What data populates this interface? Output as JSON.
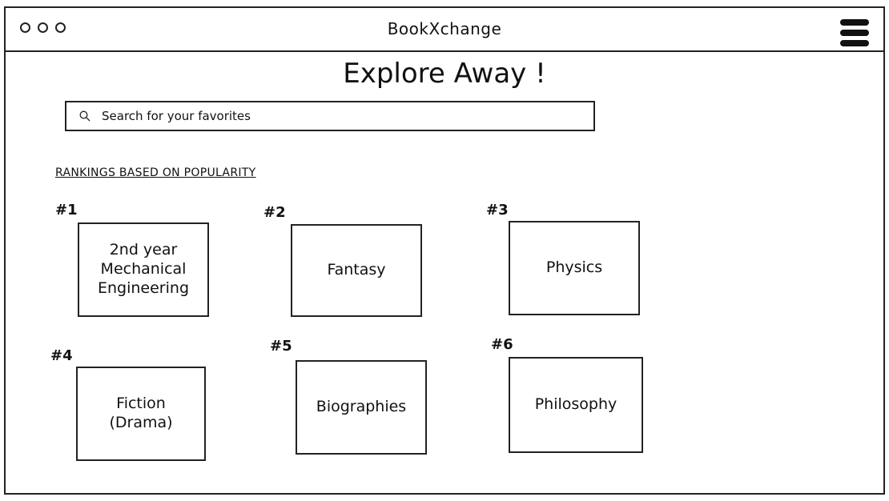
{
  "window": {
    "title": "BookXchange"
  },
  "header": {
    "menu_icon": "hamburger-icon"
  },
  "main": {
    "headline": "Explore Away !",
    "search": {
      "placeholder": "Search for your favorites",
      "value": ""
    },
    "section_label": "RANKINGS BASED ON POPULARITY",
    "rankings": [
      {
        "rank": "#1",
        "category": "2nd year\nMechanical\nEngineering"
      },
      {
        "rank": "#2",
        "category": "Fantasy"
      },
      {
        "rank": "#3",
        "category": "Physics"
      },
      {
        "rank": "#4",
        "category": "Fiction\n(Drama)"
      },
      {
        "rank": "#5",
        "category": "Biographies"
      },
      {
        "rank": "#6",
        "category": "Philosophy"
      }
    ]
  }
}
